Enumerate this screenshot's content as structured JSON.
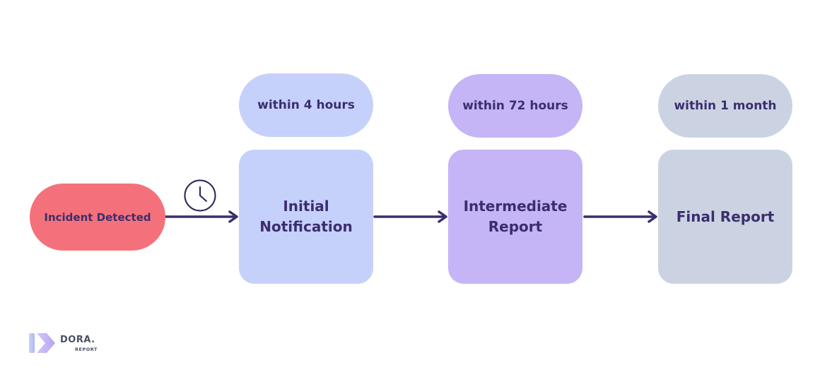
{
  "start": {
    "label": "Incident Detected"
  },
  "steps": [
    {
      "timing": "within 4 hours",
      "label": "Initial\nNotification"
    },
    {
      "timing": "within 72 hours",
      "label": "Intermediate\nReport"
    },
    {
      "timing": "within 1 month",
      "label": "Final Report"
    }
  ],
  "icons": {
    "timer": "clock-icon"
  },
  "logo": {
    "name": "DORA.",
    "sub": "REPORT"
  },
  "colors": {
    "incident": "#f4717b",
    "initial": "#c6d1fb",
    "intermediate": "#c5b4f6",
    "final": "#cbd3e3",
    "text": "#3b2e6e",
    "arrow": "#3b2e6e"
  }
}
